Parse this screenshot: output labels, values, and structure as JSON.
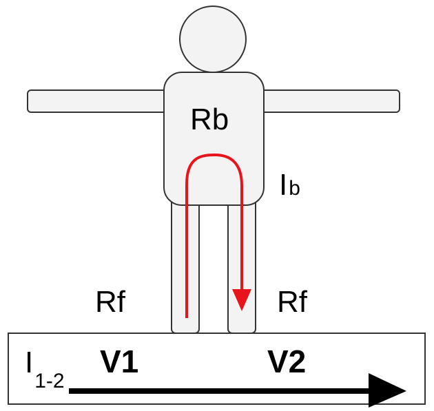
{
  "diagram": {
    "labels": {
      "body_resistance": "Rb",
      "body_current_main": "I",
      "body_current_sub": "b",
      "foot_resistance_left": "Rf",
      "foot_resistance_right": "Rf",
      "ground_current_main": "I",
      "ground_current_sub": "1-2",
      "voltage_left": "V1",
      "voltage_right": "V2"
    },
    "colors": {
      "current_path": "#e8141b",
      "outline": "#333333",
      "body_fill": "#f3f3f3",
      "arrow": "#000000"
    }
  }
}
